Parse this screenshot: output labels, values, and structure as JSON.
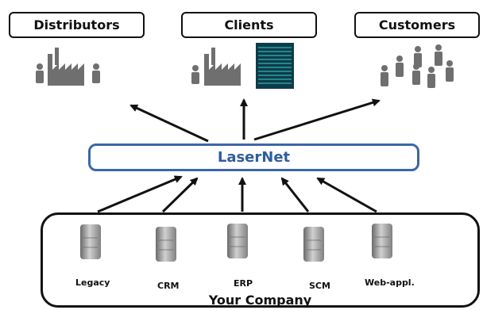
{
  "top_nodes": {
    "distributors": "Distributors",
    "clients": "Clients",
    "customers": "Customers"
  },
  "hub": "LaserNet",
  "company": {
    "label": "Your Company",
    "systems": [
      "Legacy",
      "CRM",
      "ERP",
      "SCM",
      "Web-appl."
    ]
  },
  "colors": {
    "hub_border": "#3b67a8",
    "hub_text": "#2f5d9e",
    "icon_gray": "#7a7a7a",
    "building": "#0e3c4a",
    "building_windows": "#2fb5b0"
  }
}
